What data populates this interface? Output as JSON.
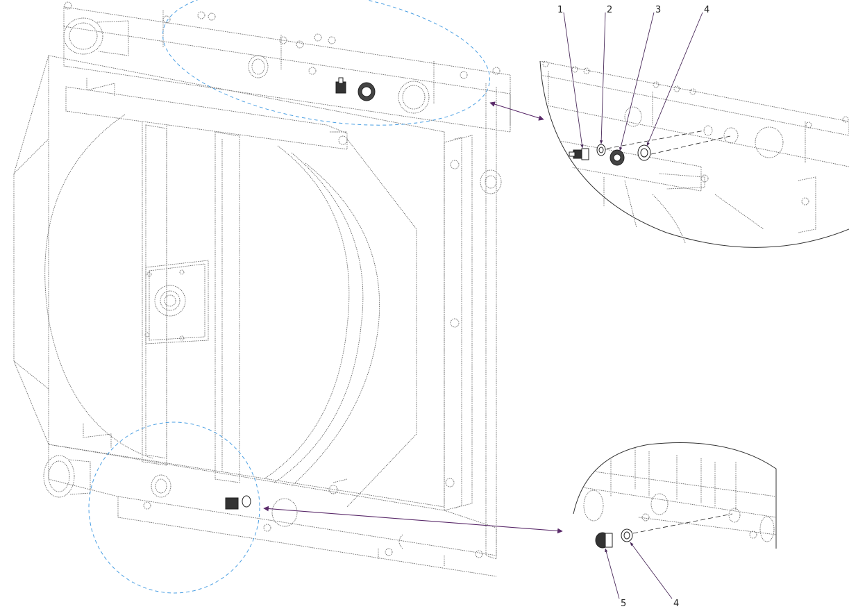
{
  "drawing": {
    "line_color": "#5a5a5a",
    "detail_circle_color": "#4a9fe3",
    "arrow_color": "#5a2a6a",
    "leader_color": "#4a2a5a"
  },
  "callouts": {
    "c1": "1",
    "c2": "2",
    "c3": "3",
    "c4_top": "4",
    "c5": "5",
    "c4_bottom": "4"
  }
}
